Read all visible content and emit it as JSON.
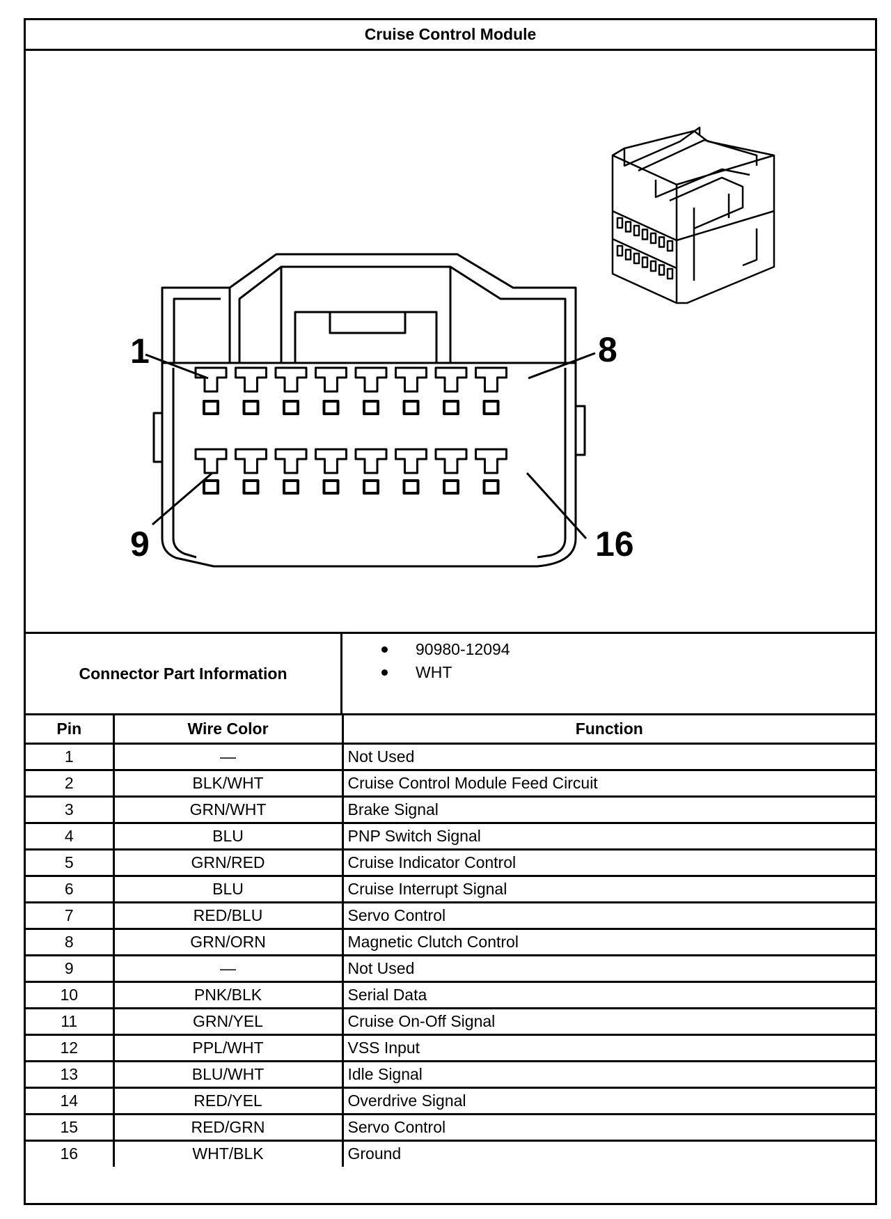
{
  "title": "Cruise Control Module",
  "connector": {
    "pin_labels": {
      "top_left": "1",
      "top_right": "8",
      "bottom_left": "9",
      "bottom_right": "16"
    },
    "pins_per_row": 8,
    "rows": 2,
    "image": "connector-face-and-isometric-drawing"
  },
  "part_info": {
    "label": "Connector Part Information",
    "items": [
      "90980-12094",
      "WHT"
    ]
  },
  "table": {
    "headers": {
      "pin": "Pin",
      "wire_color": "Wire Color",
      "function": "Function"
    },
    "rows": [
      {
        "pin": "1",
        "wire_color": "—",
        "function": "Not Used"
      },
      {
        "pin": "2",
        "wire_color": "BLK/WHT",
        "function": "Cruise Control Module Feed Circuit"
      },
      {
        "pin": "3",
        "wire_color": "GRN/WHT",
        "function": "Brake Signal"
      },
      {
        "pin": "4",
        "wire_color": "BLU",
        "function": "PNP Switch Signal"
      },
      {
        "pin": "5",
        "wire_color": "GRN/RED",
        "function": "Cruise Indicator Control"
      },
      {
        "pin": "6",
        "wire_color": "BLU",
        "function": "Cruise Interrupt Signal"
      },
      {
        "pin": "7",
        "wire_color": "RED/BLU",
        "function": "Servo Control"
      },
      {
        "pin": "8",
        "wire_color": "GRN/ORN",
        "function": "Magnetic Clutch Control"
      },
      {
        "pin": "9",
        "wire_color": "—",
        "function": "Not Used"
      },
      {
        "pin": "10",
        "wire_color": "PNK/BLK",
        "function": "Serial Data"
      },
      {
        "pin": "11",
        "wire_color": "GRN/YEL",
        "function": "Cruise On-Off Signal"
      },
      {
        "pin": "12",
        "wire_color": "PPL/WHT",
        "function": "VSS Input"
      },
      {
        "pin": "13",
        "wire_color": "BLU/WHT",
        "function": "Idle Signal"
      },
      {
        "pin": "14",
        "wire_color": "RED/YEL",
        "function": "Overdrive Signal"
      },
      {
        "pin": "15",
        "wire_color": "RED/GRN",
        "function": "Servo Control"
      },
      {
        "pin": "16",
        "wire_color": "WHT/BLK",
        "function": "Ground"
      }
    ]
  }
}
